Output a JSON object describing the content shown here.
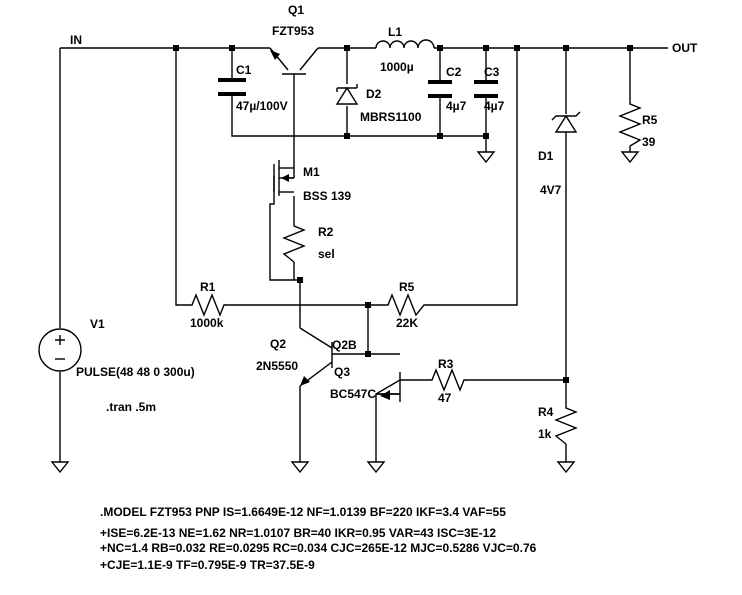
{
  "labels": {
    "in": "IN",
    "out": "OUT",
    "q1": "Q1",
    "q1_part": "FZT953",
    "l1": "L1",
    "l1_val": "1000µ",
    "c1": "C1",
    "c1_val": "47µ/100V",
    "d2": "D2",
    "d2_part": "MBRS1100",
    "c2": "C2",
    "c2_val": "4µ7",
    "c3": "C3",
    "c3_val": "4µ7",
    "r5_top": "R5",
    "r5_top_val": "39",
    "m1": "M1",
    "m1_part": "BSS 139",
    "d1": "D1",
    "d1_val": "4V7",
    "r2": "R2",
    "r2_val": "sel",
    "r1": "R1",
    "r1_val": "1000k",
    "r5_mid": "R5",
    "r5_mid_val": "22K",
    "v1": "V1",
    "v1_val": "PULSE(48 48 0 300u)",
    "q2": "Q2",
    "q2_part": "2N5550",
    "q2b": "Q2B",
    "q3": "Q3",
    "q3_part": "BC547C",
    "r3": "R3",
    "r3_val": "47",
    "r4": "R4",
    "r4_val": "1k",
    "tran": ".tran .5m"
  },
  "model_lines": [
    ".MODEL FZT953  PNP IS=1.6649E-12 NF=1.0139 BF=220 IKF=3.4 VAF=55",
    "+ISE=6.2E-13 NE=1.62 NR=1.0107 BR=40 IKR=0.95 VAR=43 ISC=3E-12",
    "+NC=1.4 RB=0.032 RE=0.0295 RC=0.034 CJC=265E-12 MJC=0.5286 VJC=0.76",
    "+CJE=1.1E-9 TF=0.795E-9 TR=37.5E-9"
  ],
  "colors": {
    "ink": "#000000",
    "background": "#ffffff"
  }
}
